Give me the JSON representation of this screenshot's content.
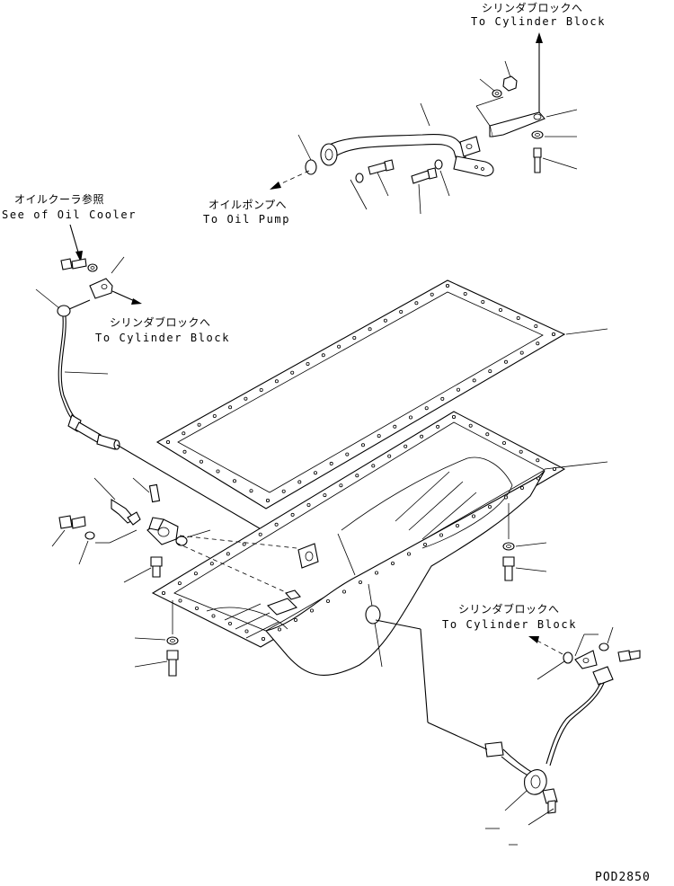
{
  "labels": {
    "top_right_jp": "シリンダブロックへ",
    "top_right_en": "To Cylinder Block",
    "oil_pump_jp": "オイルポンプへ",
    "oil_pump_en": "To Oil Pump",
    "oil_cooler_jp": "オイルクーラ参照",
    "oil_cooler_en": "See of Oil Cooler",
    "mid_left_jp": "シリンダブロックへ",
    "mid_left_en": "To Cylinder Block",
    "bottom_right_jp": "シリンダブロックへ",
    "bottom_right_en": "To Cylinder Block",
    "drawing_code": "POD2850"
  },
  "colors": {
    "line": "#000000",
    "background": "#ffffff"
  }
}
